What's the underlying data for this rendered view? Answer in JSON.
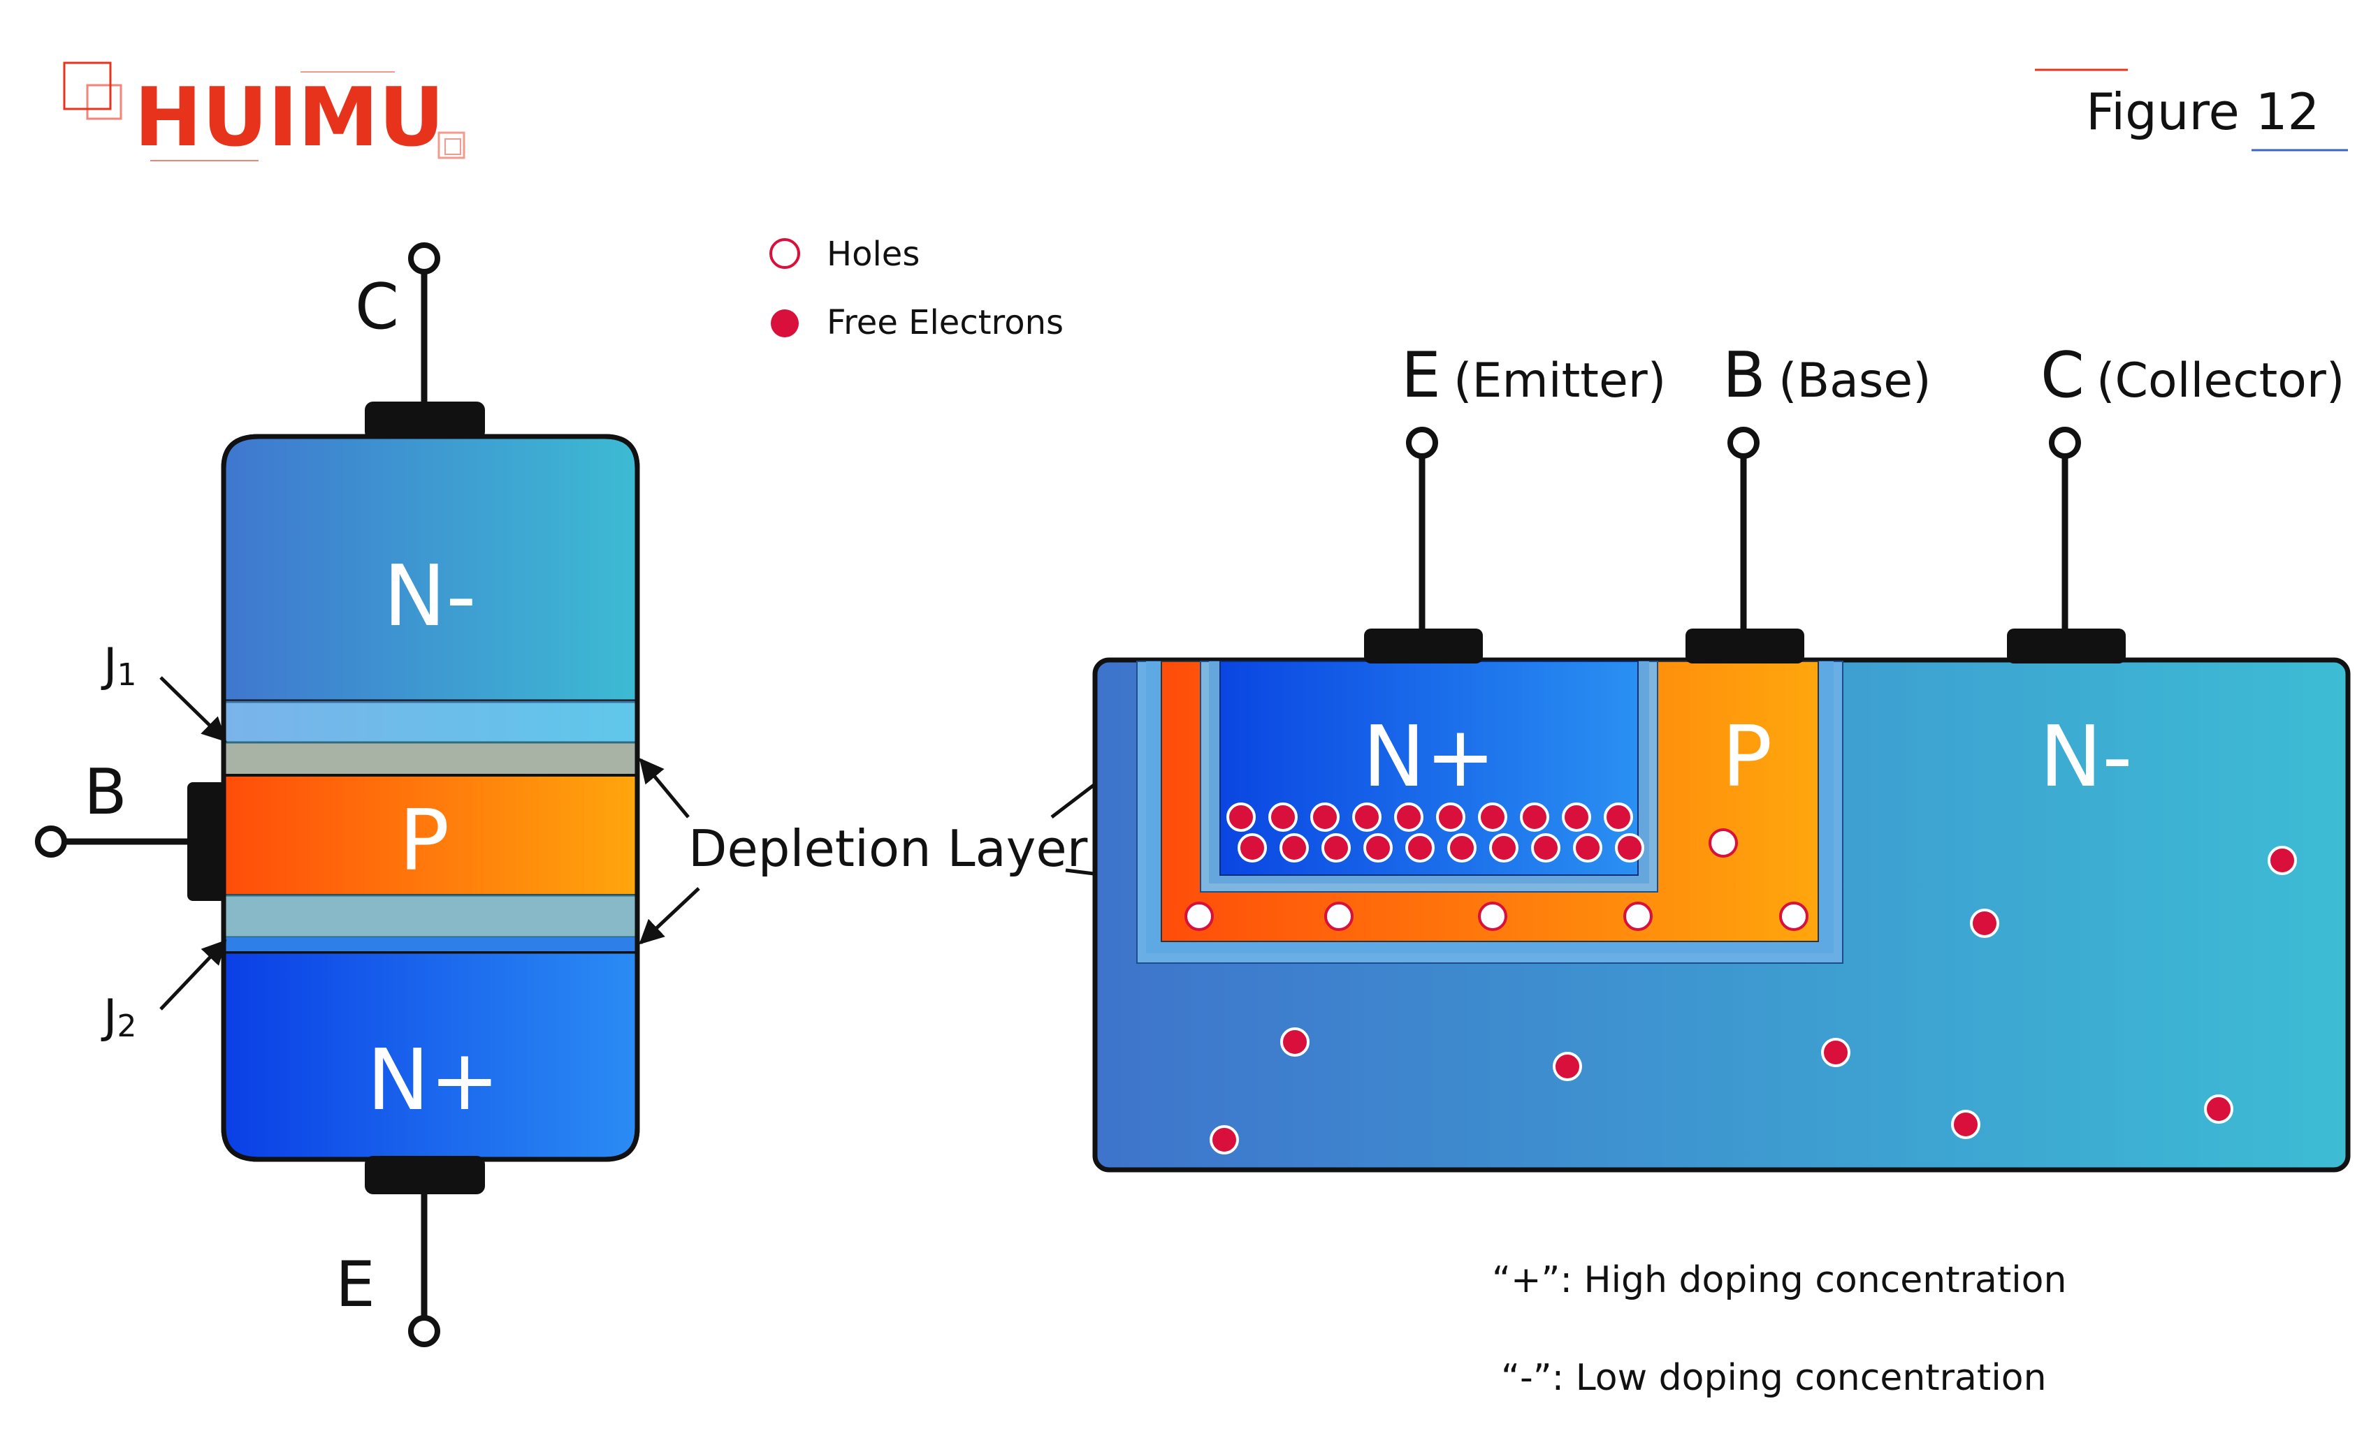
{
  "header": {
    "brand": "HUIMU",
    "figure_label": "Figure 12"
  },
  "legend": {
    "holes": "Holes",
    "free_electrons": "Free Electrons"
  },
  "left_diagram": {
    "terminal_c": "C",
    "terminal_b": "B",
    "terminal_e": "E",
    "region_collector": "N-",
    "region_base": "P",
    "region_emitter": "N+",
    "junction_1": "J1",
    "junction_2": "J2"
  },
  "depletion_label": "Depletion Layer",
  "right_diagram": {
    "terminal_e_letter": "E",
    "terminal_e_name": "(Emitter)",
    "terminal_b_letter": "B",
    "terminal_b_name": "(Base)",
    "terminal_c_letter": "C",
    "terminal_c_name": "(Collector)",
    "region_emitter": "N+",
    "region_base": "P",
    "region_collector": "N-"
  },
  "notes": {
    "high": "“+”: High doping concentration",
    "low": "“-”: Low doping concentration"
  },
  "colors": {
    "brand_red": "#e8331c",
    "electron_red": "#d90f3c",
    "outline": "#111111"
  }
}
